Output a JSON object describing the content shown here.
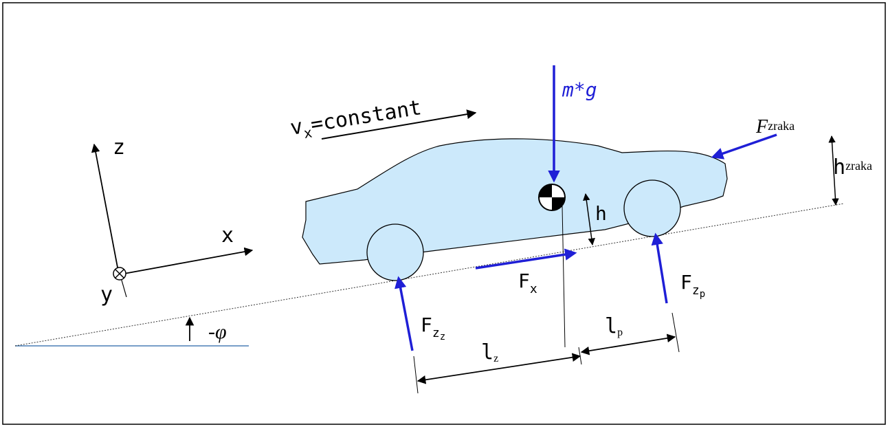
{
  "labels": {
    "velocity_main": "v",
    "velocity_sub": "x",
    "velocity_rest": "=constant",
    "gravity": "m*g",
    "air_force_main": "F",
    "air_force_sub": "zraka",
    "air_height_main": "h",
    "air_height_sub": "zraka",
    "cg_height": "h",
    "axis_z": "z",
    "axis_x": "x",
    "axis_y": "y",
    "angle": "-φ",
    "fx_main": "F",
    "fx_sub": "x",
    "fzz_main": "F",
    "fzz_sub": "z",
    "fzz_subsub": "z",
    "fzp_main": "F",
    "fzp_sub": "z",
    "fzp_subsub": "p",
    "lz_main": "l",
    "lz_sub": "z",
    "lp_main": "l",
    "lp_sub": "p"
  },
  "colors": {
    "car_body": "#cce9fb",
    "force_arrow": "#1f1fd6",
    "ground_line": "#4a7fb5",
    "outline": "#000000"
  }
}
